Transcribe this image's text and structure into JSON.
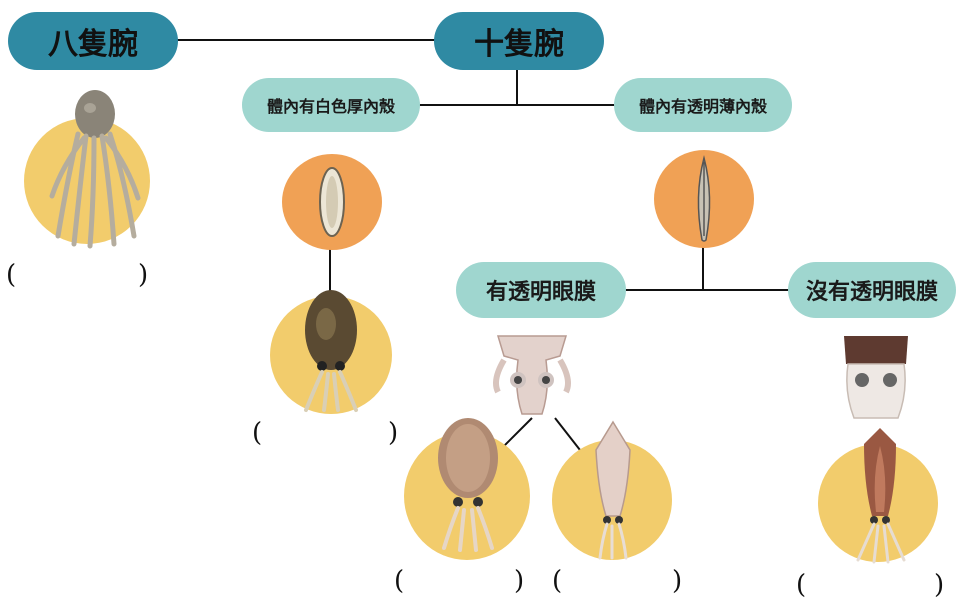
{
  "top": {
    "eight_arms": "八隻腕",
    "ten_arms": "十隻腕"
  },
  "shell": {
    "white_thick": "體內有白色厚內殼",
    "transparent_thin": "體內有透明薄內殼"
  },
  "eye": {
    "with_membrane": "有透明眼膜",
    "without_membrane": "沒有透明眼膜"
  },
  "answer_blank": {
    "open": "(",
    "close": ")"
  }
}
